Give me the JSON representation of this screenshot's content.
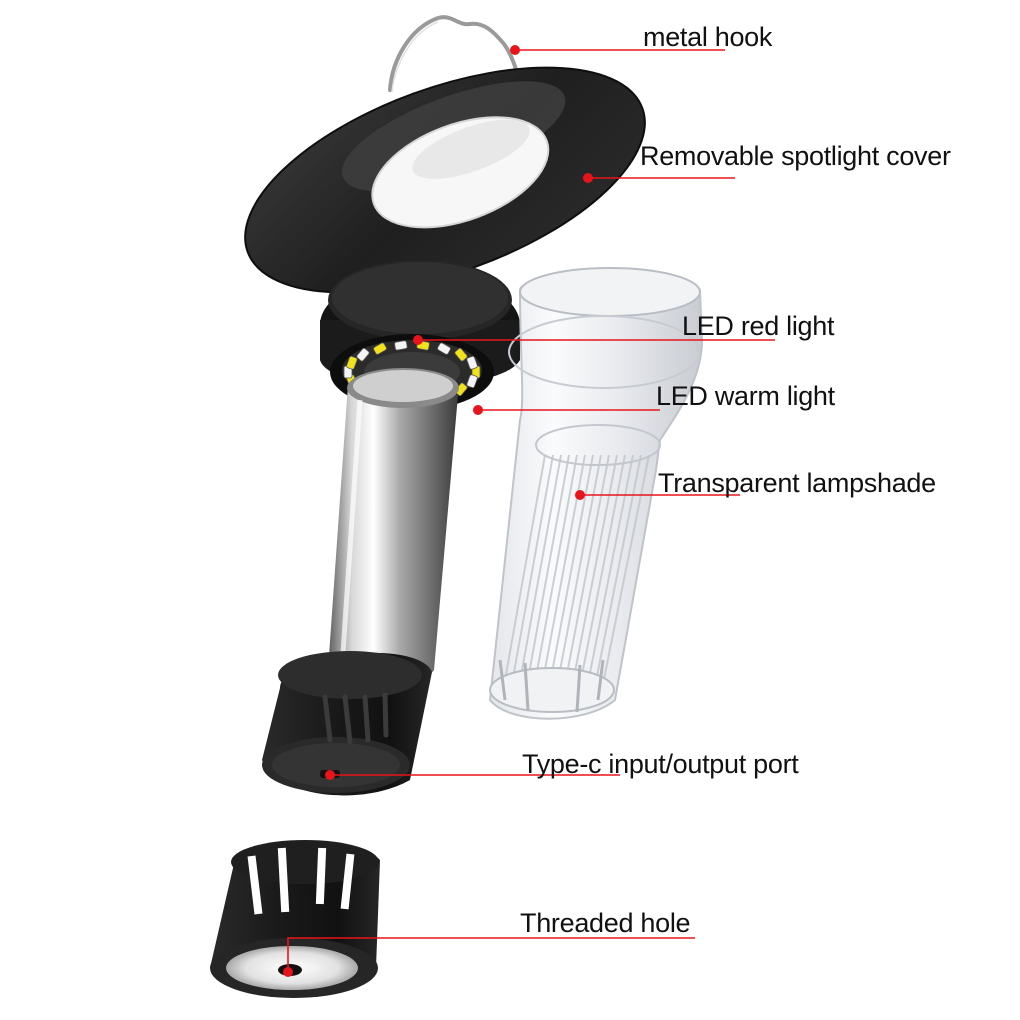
{
  "callouts": [
    {
      "id": "hook",
      "label": "metal hook"
    },
    {
      "id": "cover",
      "label": "Removable spotlight cover"
    },
    {
      "id": "red-led",
      "label": "LED red light"
    },
    {
      "id": "warm-led",
      "label": "LED warm light"
    },
    {
      "id": "shade",
      "label": "Transparent lampshade"
    },
    {
      "id": "port",
      "label": "Type-c input/output port"
    },
    {
      "id": "thread",
      "label": "Threaded hole"
    }
  ],
  "colors": {
    "callout_line": "#e8141c",
    "label_text": "#111111",
    "lamp_body": "#1c1c1c",
    "tube_metal": "#b8b8b8",
    "led_yellow": "#f2e21b"
  }
}
